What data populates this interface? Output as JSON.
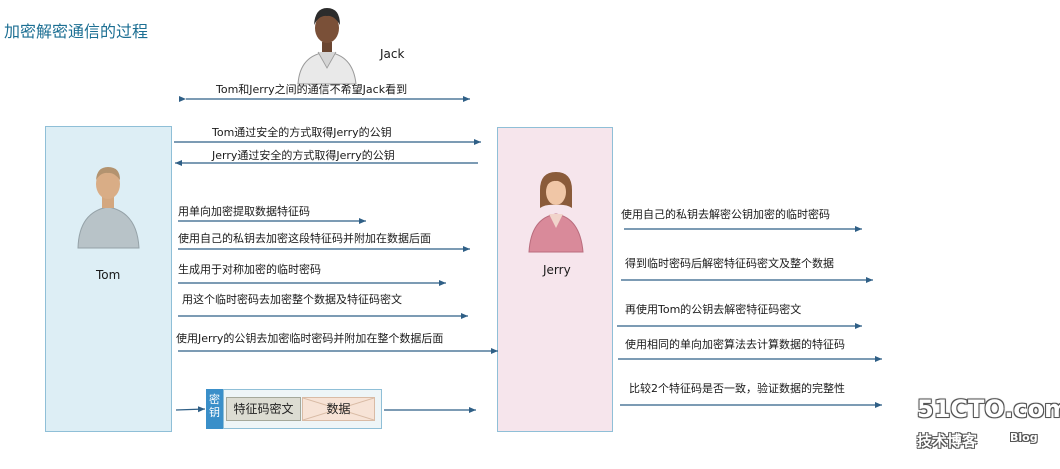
{
  "title": "加密解密通信的过程",
  "actors": {
    "jack": "Jack",
    "tom": "Tom",
    "jerry": "Jerry"
  },
  "messages": {
    "jack_note": "Tom和Jerry之间的通信不希望Jack看到",
    "tom_gets_key": "Tom通过安全的方式取得Jerry的公钥",
    "jerry_gets_key": "Jerry通过安全的方式取得Jerry的公钥"
  },
  "tom_steps": [
    "用单向加密提取数据特征码",
    "使用自己的私钥去加密这段特征码并附加在数据后面",
    "生成用于对称加密的临时密码",
    "用这个临时密码去加密整个数据及特征码密文",
    "使用Jerry的公钥去加密临时密码并附加在整个数据后面"
  ],
  "jerry_steps": [
    "使用自己的私钥去解密公钥加密的临时密码",
    "得到临时密码后解密特征码密文及整个数据",
    "再使用Tom的公钥去解密特征码密文",
    "使用相同的单向加密算法去计算数据的特征码",
    "比较2个特征码是否一致，验证数据的完整性"
  ],
  "packet": {
    "key": "密钥",
    "cipher": "特征码密文",
    "data": "数据"
  },
  "watermark": {
    "site": "51CTO.com",
    "sub": "技术博客",
    "blog": "Blog"
  }
}
